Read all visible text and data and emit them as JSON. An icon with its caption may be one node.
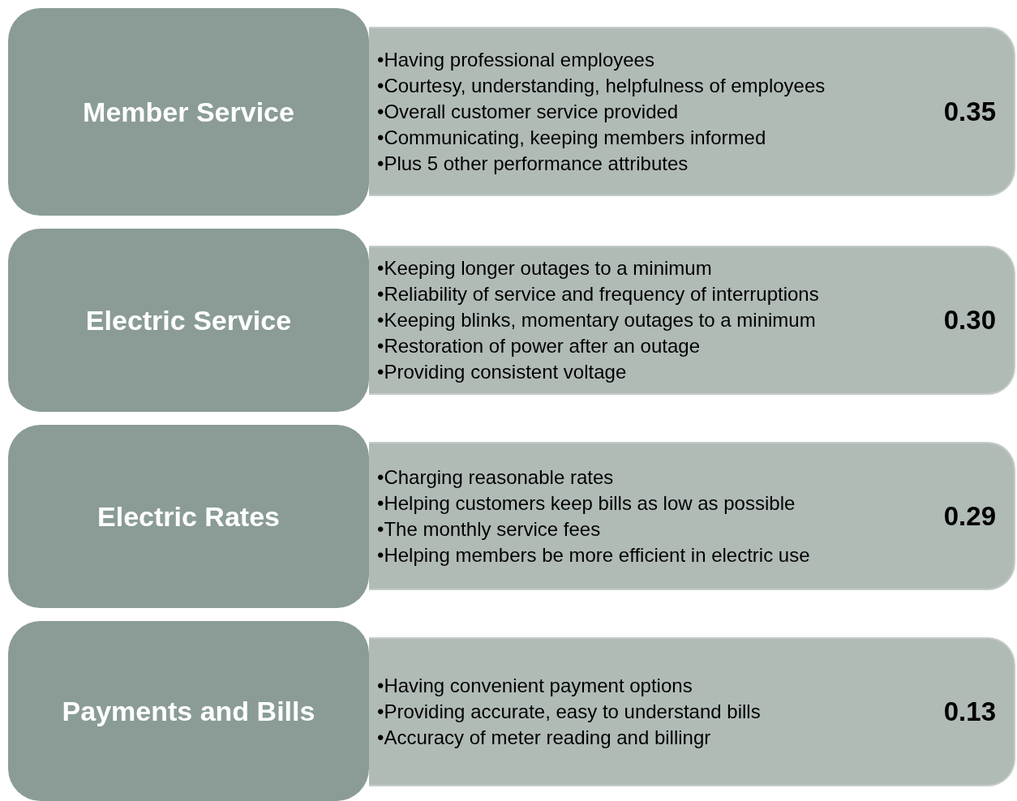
{
  "diagram": {
    "nodes": [
      {
        "text": [
          "Member Service"
        ]
      },
      {
        "text": [
          "•Having professional employees",
          "•Courtesy, understanding, helpfulness of employees",
          "•Overall customer service provided",
          "•Communicating, keeping members informed",
          "•Plus 5 other performance attributes",
          "0.35"
        ]
      },
      {
        "text": [
          "Electric Service"
        ]
      },
      {
        "text": [
          "•Keeping longer outages to a minimum",
          "•Reliability of service and frequency of interruptions",
          "•Keeping blinks, momentary outages to a minimum",
          "•Restoration of power after an outage",
          "•Providing consistent voltage",
          "0.30"
        ]
      },
      {
        "text": [
          "Electric Rates"
        ]
      },
      {
        "text": [
          "•Charging reasonable rates",
          "•Helping customers keep bills as low as possible",
          "•The monthly service fees",
          "•Helping members be more efficient in electric use",
          "0.29"
        ]
      },
      {
        "text": [
          "Payments and Bills"
        ]
      },
      {
        "text": [
          "•Having convenient payment options",
          "•Providing accurate, easy to understand bills",
          "•Accuracy of meter reading and billingr",
          "0.13"
        ]
      }
    ]
  }
}
